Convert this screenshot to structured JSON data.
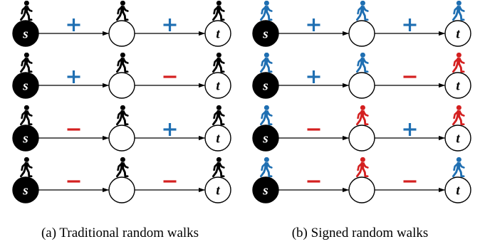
{
  "colors": {
    "black": "#000000",
    "blue": "#1f6fb2",
    "red": "#d42020"
  },
  "icons": {
    "walker": "walking-person-icon"
  },
  "panels": [
    {
      "caption": "(a) Traditional random walks",
      "rows": [
        {
          "edge_signs": [
            "+",
            "+"
          ],
          "walker_colors": [
            "black",
            "black",
            "black"
          ]
        },
        {
          "edge_signs": [
            "+",
            "−"
          ],
          "walker_colors": [
            "black",
            "black",
            "black"
          ]
        },
        {
          "edge_signs": [
            "−",
            "+"
          ],
          "walker_colors": [
            "black",
            "black",
            "black"
          ]
        },
        {
          "edge_signs": [
            "−",
            "−"
          ],
          "walker_colors": [
            "black",
            "black",
            "black"
          ]
        }
      ]
    },
    {
      "caption": "(b) Signed random walks",
      "rows": [
        {
          "edge_signs": [
            "+",
            "+"
          ],
          "walker_colors": [
            "blue",
            "blue",
            "blue"
          ]
        },
        {
          "edge_signs": [
            "+",
            "−"
          ],
          "walker_colors": [
            "blue",
            "blue",
            "red"
          ]
        },
        {
          "edge_signs": [
            "−",
            "+"
          ],
          "walker_colors": [
            "blue",
            "red",
            "red"
          ]
        },
        {
          "edge_signs": [
            "−",
            "−"
          ],
          "walker_colors": [
            "blue",
            "red",
            "blue"
          ]
        }
      ]
    }
  ],
  "nodes": {
    "source_label": "s",
    "target_label": "t"
  }
}
